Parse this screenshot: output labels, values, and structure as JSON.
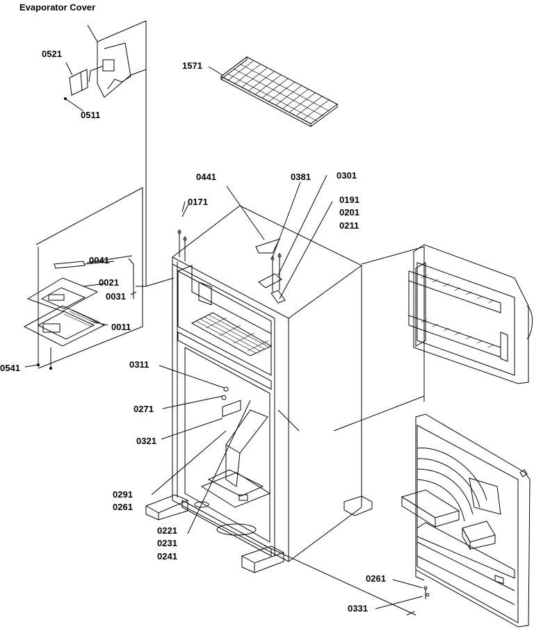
{
  "title": "Evaporator Cover",
  "callouts": {
    "c0521": "0521",
    "c0511": "0511",
    "c1571": "1571",
    "c0441": "0441",
    "c0381": "0381",
    "c0301": "0301",
    "c0191": "0191",
    "c0201": "0201",
    "c0211": "0211",
    "c0171": "0171",
    "c0041": "0041",
    "c0021": "0021",
    "c0031": "0031",
    "c0011": "0011",
    "c0541": "0541",
    "c0311": "0311",
    "c0271": "0271",
    "c0321": "0321",
    "c0291": "0291",
    "c0261a": "0261",
    "c0221": "0221",
    "c0231": "0231",
    "c0241": "0241",
    "c0261b": "0261",
    "c0331": "0331"
  },
  "parts": [
    "evaporator-cover",
    "shelf",
    "cabinet",
    "freezer-door",
    "fresh-food-door",
    "damper-control",
    "hinge",
    "leveling-leg",
    "drawer-support"
  ]
}
